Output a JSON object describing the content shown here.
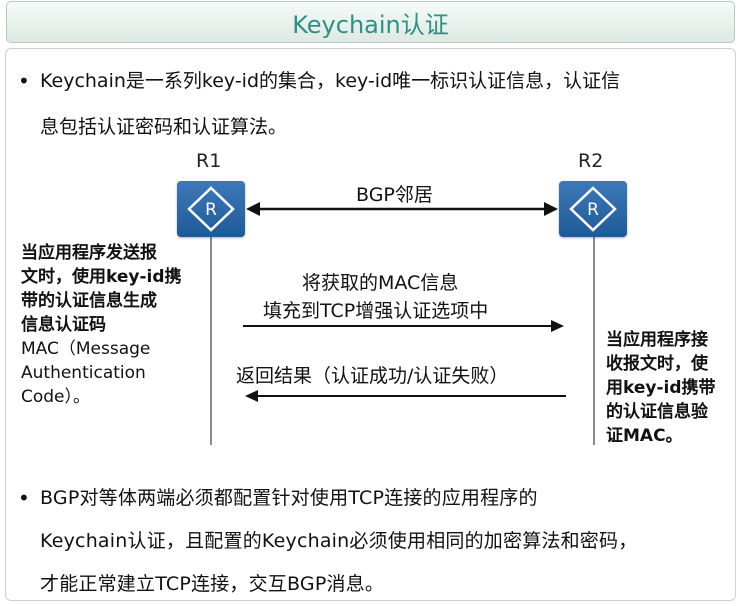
{
  "title": "Keychain认证",
  "bullets": [
    {
      "line1": "Keychain是一系列key-id的集合，key-id唯一标识认证信息，认证信",
      "line2": "息包括认证密码和认证算法。"
    },
    {
      "line1": "BGP对等体两端必须都配置针对使用TCP连接的应用程序的",
      "line2": "Keychain认证，且配置的Keychain必须使用相同的加密算法和密码，",
      "line3": "才能正常建立TCP连接，交互BGP消息。"
    }
  ],
  "diagram": {
    "r1_label": "R1",
    "r2_label": "R2",
    "router_icon": "router-icon",
    "bgp_neighbor_label": "BGP邻居",
    "forward_msg_line1": "将获取的MAC信息",
    "forward_msg_line2": "填充到TCP增强认证选项中",
    "return_msg": "返回结果（认证成功/认证失败）",
    "r1_note": [
      "当应用程序发送报",
      "文时，使用key-id携",
      "带的认证信息生成",
      "信息认证码",
      "MAC（Message",
      "Authentication",
      "Code）。"
    ],
    "r2_note": [
      "当应用程序接",
      "收报文时，使",
      "用key-id携带",
      "的认证信息验",
      "证MAC。"
    ]
  },
  "colors": {
    "title": "#2d8f86",
    "router": "#2a65a6",
    "lifeline": "#8a8a8a"
  }
}
